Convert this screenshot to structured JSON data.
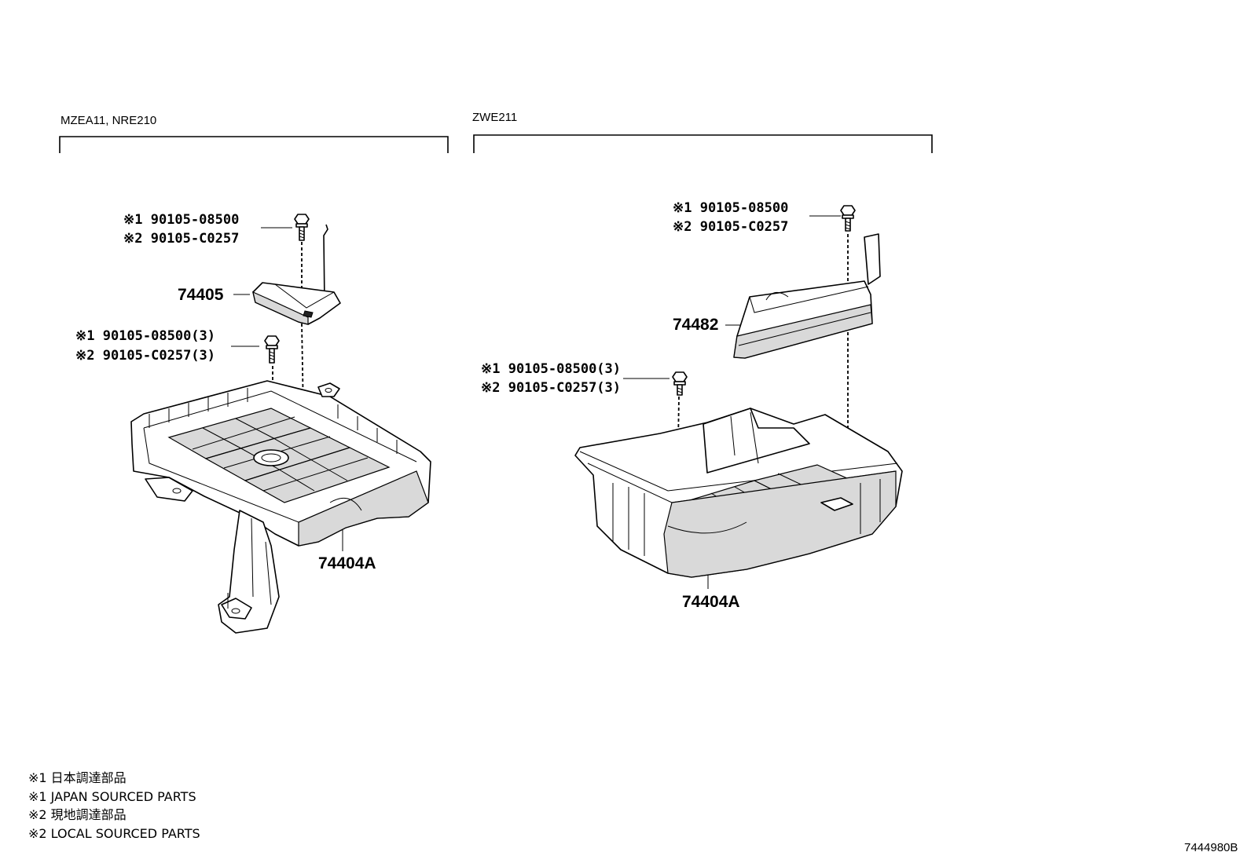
{
  "groups": [
    {
      "header": "MZEA11, NRE210"
    },
    {
      "header": "ZWE211"
    }
  ],
  "left": {
    "bolt_top": {
      "line1": "※1  90105-08500",
      "line2": "※2  90105-C0257"
    },
    "bracket": "74405",
    "bolts_tray": {
      "line1": "※1 90105-08500(3)",
      "line2": "※2 90105-C0257(3)"
    },
    "tray": "74404A"
  },
  "right": {
    "bolt_top": {
      "line1": "※1  90105-08500",
      "line2": "※2  90105-C0257"
    },
    "cover": "74482",
    "bolts_tray": {
      "line1": "※1  90105-08500(3)",
      "line2": "※2  90105-C0257(3)"
    },
    "tray": "74404A"
  },
  "legend": [
    "※1 日本調達部品",
    "※1 JAPAN SOURCED PARTS",
    "※2 現地調達部品",
    "※2 LOCAL SOURCED PARTS"
  ],
  "diagram_code": "7444980B"
}
